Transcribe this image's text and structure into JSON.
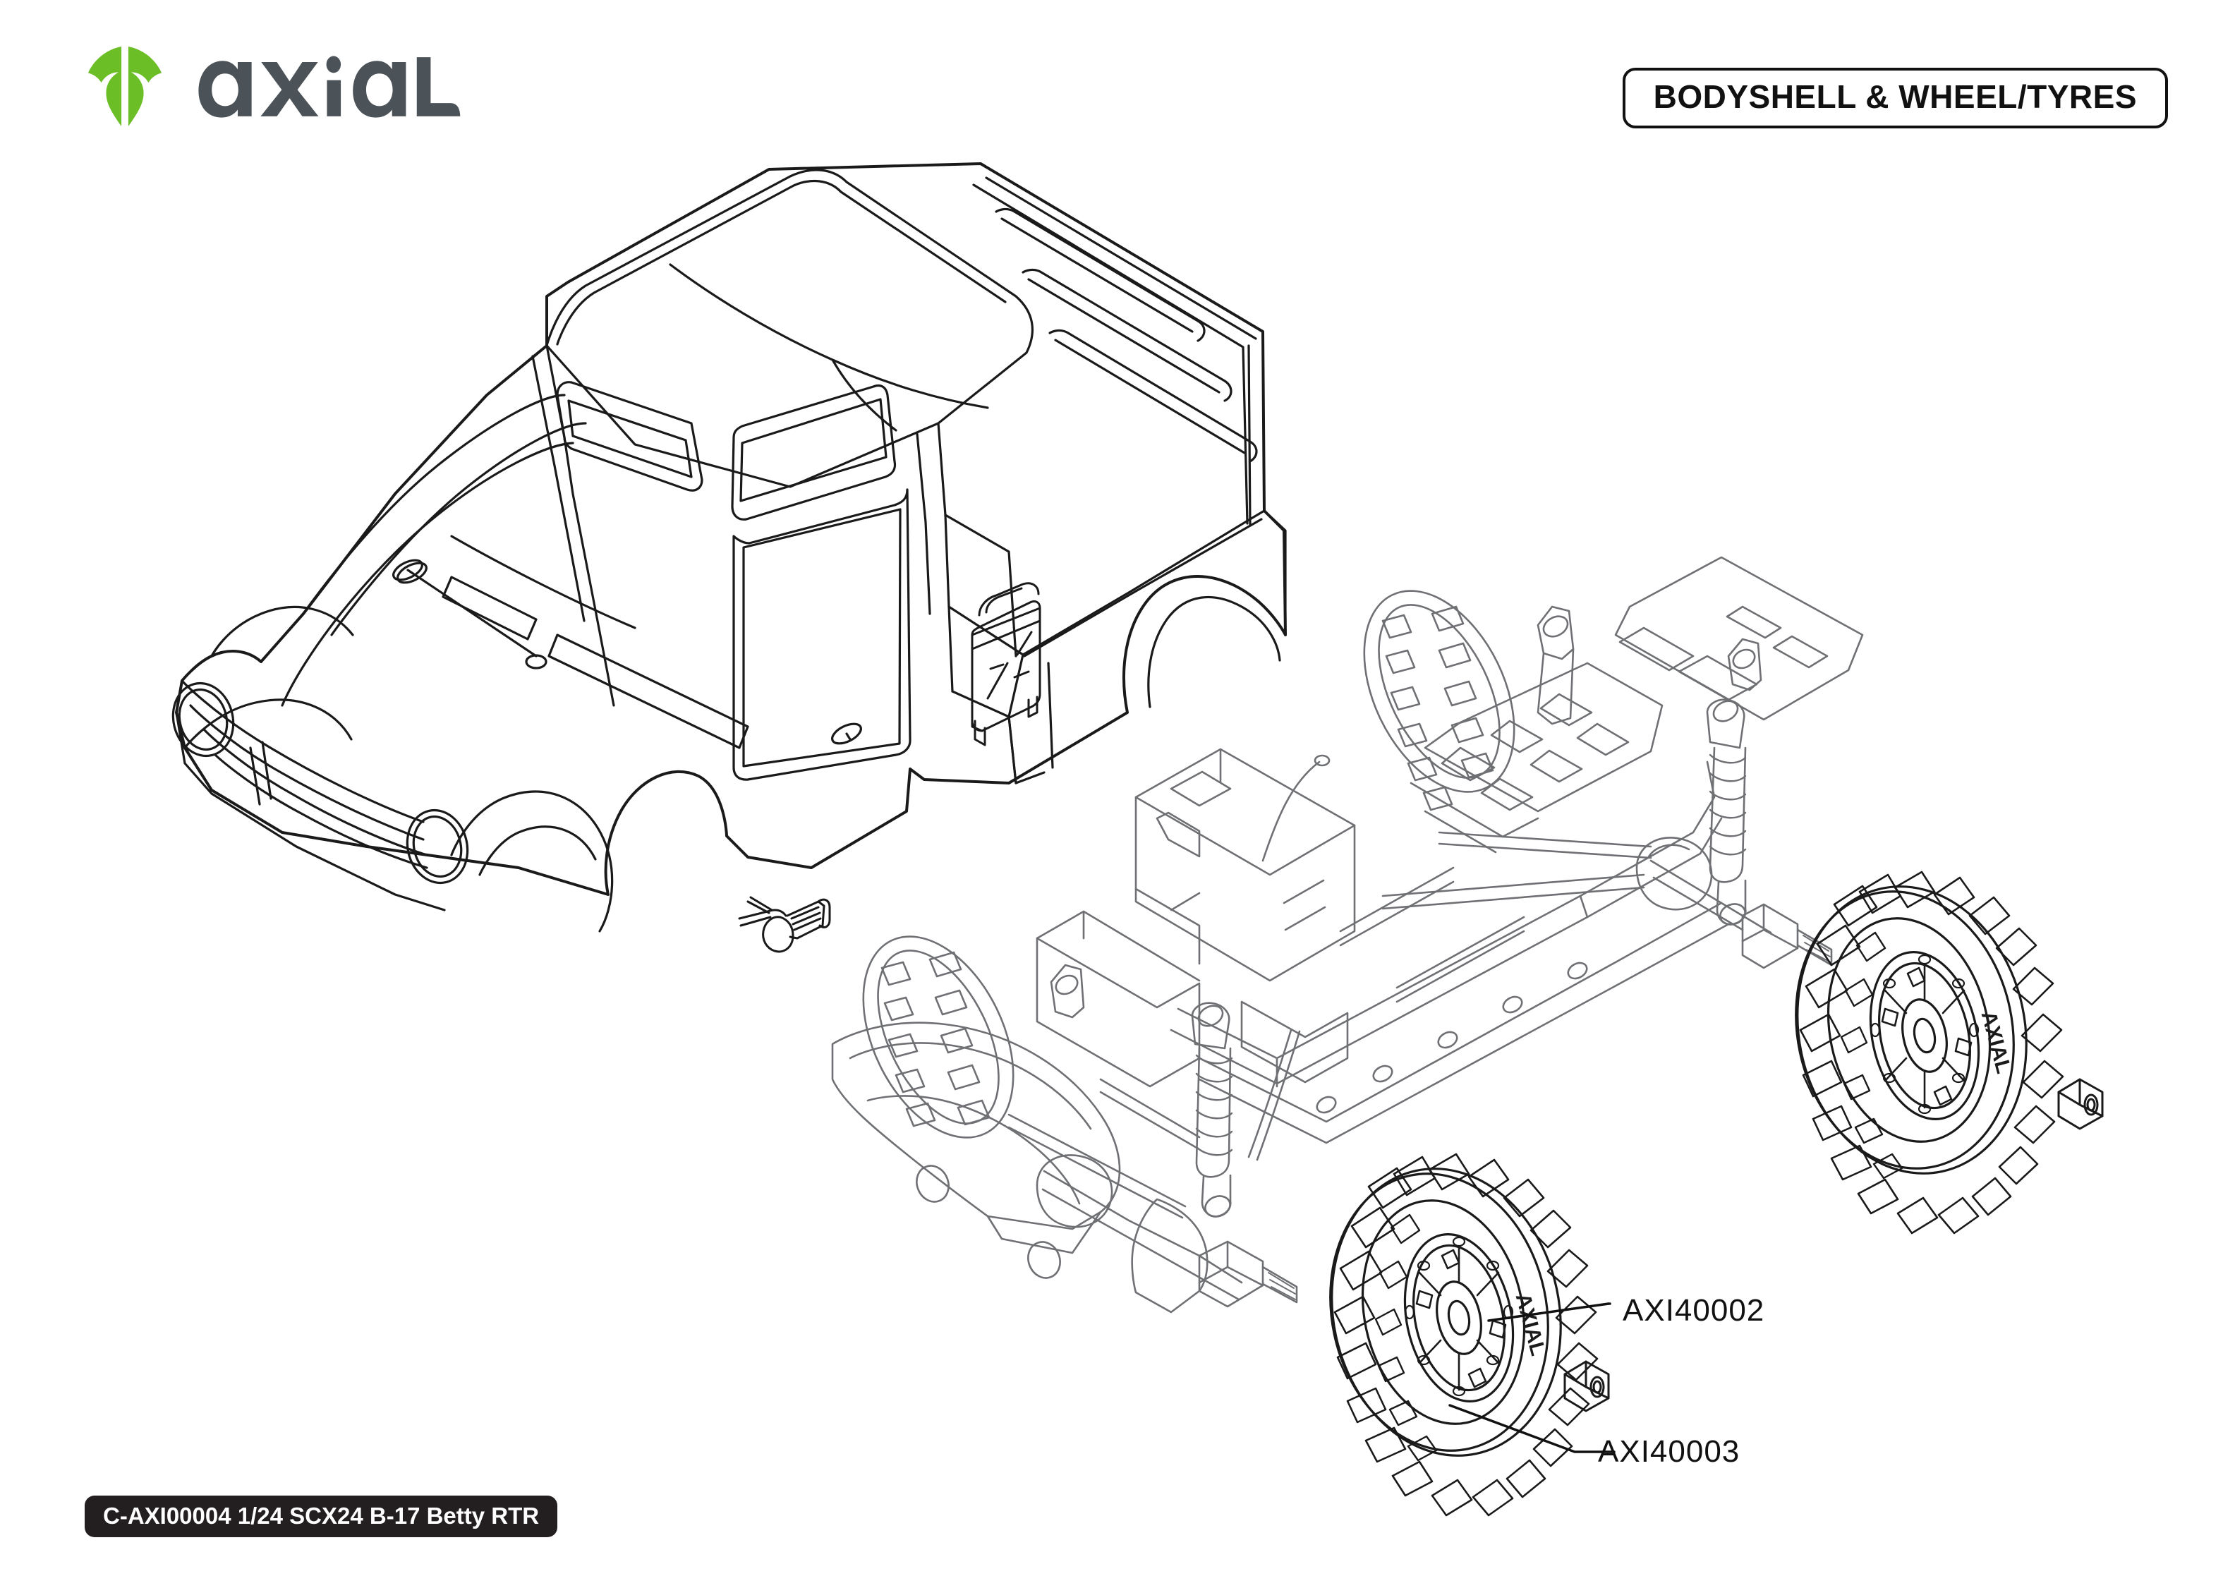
{
  "header": {
    "brand_name": "AXIAL",
    "brand_green": "#6CBE26",
    "brand_dark": "#4C5358",
    "section_title": "BODYSHELL & WHEEL/TYRES"
  },
  "footer": {
    "kit_code_label": "C-AXI00004 1/24 SCX24 B-17 Betty RTR",
    "background": "#231F20",
    "text_color": "#FFFFFF"
  },
  "diagram": {
    "type": "exploded-parts-diagram",
    "line_color": "#1A1A1A",
    "secondary_line_color": "#6E7074",
    "background": "#FFFFFF",
    "parts": [
      {
        "name": "bodyshell",
        "description": "1/24 vintage pickup truck bodyshell, isometric view, cab with roof, hood, grille, headlights, fenders, cargo bed with three longitudinal ribs, moulded jerry can on bed side"
      },
      {
        "name": "chassis-assembly",
        "description": "Rolling chassis with ladder frame, skid plate, electronics box, receiver box, coil-over shocks, suspension links, front and rear axles, bumper and two mounted wheels"
      },
      {
        "name": "body-clip",
        "description": "Small wire body clip / retaining pin"
      },
      {
        "name": "wheel-tyre-upper-right",
        "description": "Assembled wheel and tyre, aggressive block tread, multi-spoke beadlock style rim, AXIAL sidewall moulding"
      },
      {
        "name": "wheel-tyre-lower",
        "description": "Assembled wheel and tyre, aggressive block tread, multi-spoke beadlock style rim, AXIAL sidewall moulding"
      },
      {
        "name": "lock-nut-upper",
        "description": "Hex nylon lock nut shown beside upper wheel"
      },
      {
        "name": "lock-nut-lower",
        "description": "Hex nylon lock nut shown beside lower wheel"
      }
    ],
    "callouts": [
      {
        "id": "callout-1",
        "part_number": "AXI40002",
        "points_to": "wheel rim / hub"
      },
      {
        "id": "callout-2",
        "part_number": "AXI40003",
        "points_to": "tyre"
      }
    ]
  }
}
